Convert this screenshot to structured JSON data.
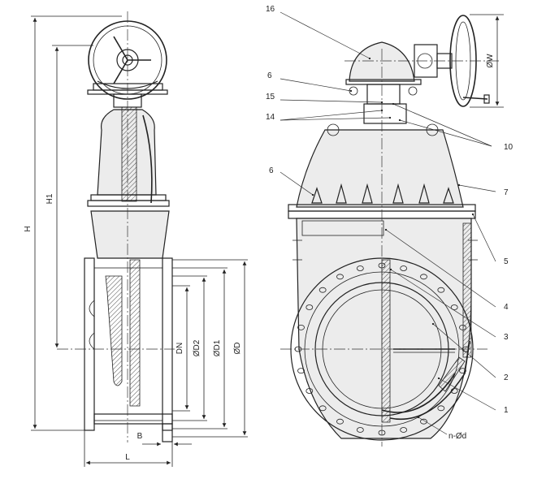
{
  "dimensions": {
    "H": "H",
    "H1": "H1",
    "L": "L",
    "B": "B",
    "DN": "DN",
    "D2": "ØD2",
    "D1": "ØD1",
    "D": "ØD",
    "W": "ØW",
    "bolts": "n-Ød"
  },
  "parts": [
    "16",
    "6",
    "15",
    "14",
    "10",
    "6",
    "7",
    "5",
    "4",
    "3",
    "2",
    "1"
  ],
  "colors": {
    "line": "#222222",
    "fill": "#ececec"
  }
}
